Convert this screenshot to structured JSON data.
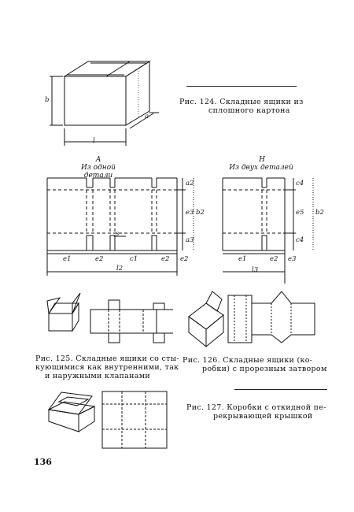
{
  "page_number": "136",
  "fig124": {
    "caption_line1": "Рис. 124. Складные ящики из",
    "caption_line2": "сплошного картона",
    "dim_b": "b",
    "dim_l": "l",
    "dim_a": "a"
  },
  "header_a": {
    "letter": "А",
    "sub": "Из одной детали"
  },
  "header_b": {
    "letter": "Н",
    "sub": "Из двух деталей"
  },
  "dim_labels_a": {
    "e1a": "e1",
    "e2a": "e2",
    "c1": "c1",
    "e2b": "e2",
    "e2c": "e2",
    "l2": "l2",
    "a2": "a2",
    "e3": "e3",
    "b2": "b2",
    "a3": "a3",
    "s": "s"
  },
  "dim_labels_b": {
    "e1": "e1",
    "e2": "e2",
    "e3": "e3",
    "l3": "l3",
    "c4": "c4",
    "e5": "e5",
    "b2": "b2",
    "c4b": "c4"
  },
  "fig125": {
    "caption_line1": "Рис. 125. Складные ящики со сты-",
    "caption_line2": "кующимися как внутренними, так",
    "caption_line3": "и наружными клапанами"
  },
  "fig126": {
    "caption_line1": "Рис. 126. Складные ящики (ко-",
    "caption_line2": "робки) с прорезным затвором"
  },
  "fig127": {
    "caption_line1": "Рис. 127. Коробки с откидной пе-",
    "caption_line2": "рекрывающей крышкой"
  }
}
